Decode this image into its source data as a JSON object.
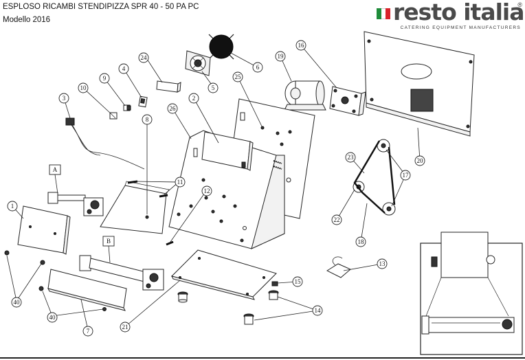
{
  "header": {
    "title": "ESPLOSO RICAMBI STENDIPIZZA SPR 40 - 50 PA PC",
    "model": "Modello 2016"
  },
  "logo": {
    "text": "resto italia",
    "registered": "®",
    "tagline": "CATERING EQUIPMENT MANUFACTURERS",
    "flag_colors": [
      "#1e8c3a",
      "#ffffff",
      "#d8232a"
    ]
  },
  "callouts": {
    "c1": "1",
    "c2": "2",
    "c3": "3",
    "c4": "4",
    "c5": "5",
    "c6": "6",
    "c7": "7",
    "c8": "8",
    "c9": "9",
    "c10": "10",
    "c11": "11",
    "c12": "12",
    "c13": "13",
    "c14": "14",
    "c15": "15",
    "c16": "16",
    "c17": "17",
    "c18": "18",
    "c19": "19",
    "c20": "20",
    "c21": "21",
    "c22": "22",
    "c23": "23",
    "c24": "24",
    "c25": "25",
    "c26": "26",
    "c40a": "40",
    "c40b": "40"
  },
  "assembly_labels": {
    "a": "A",
    "b": "B"
  }
}
